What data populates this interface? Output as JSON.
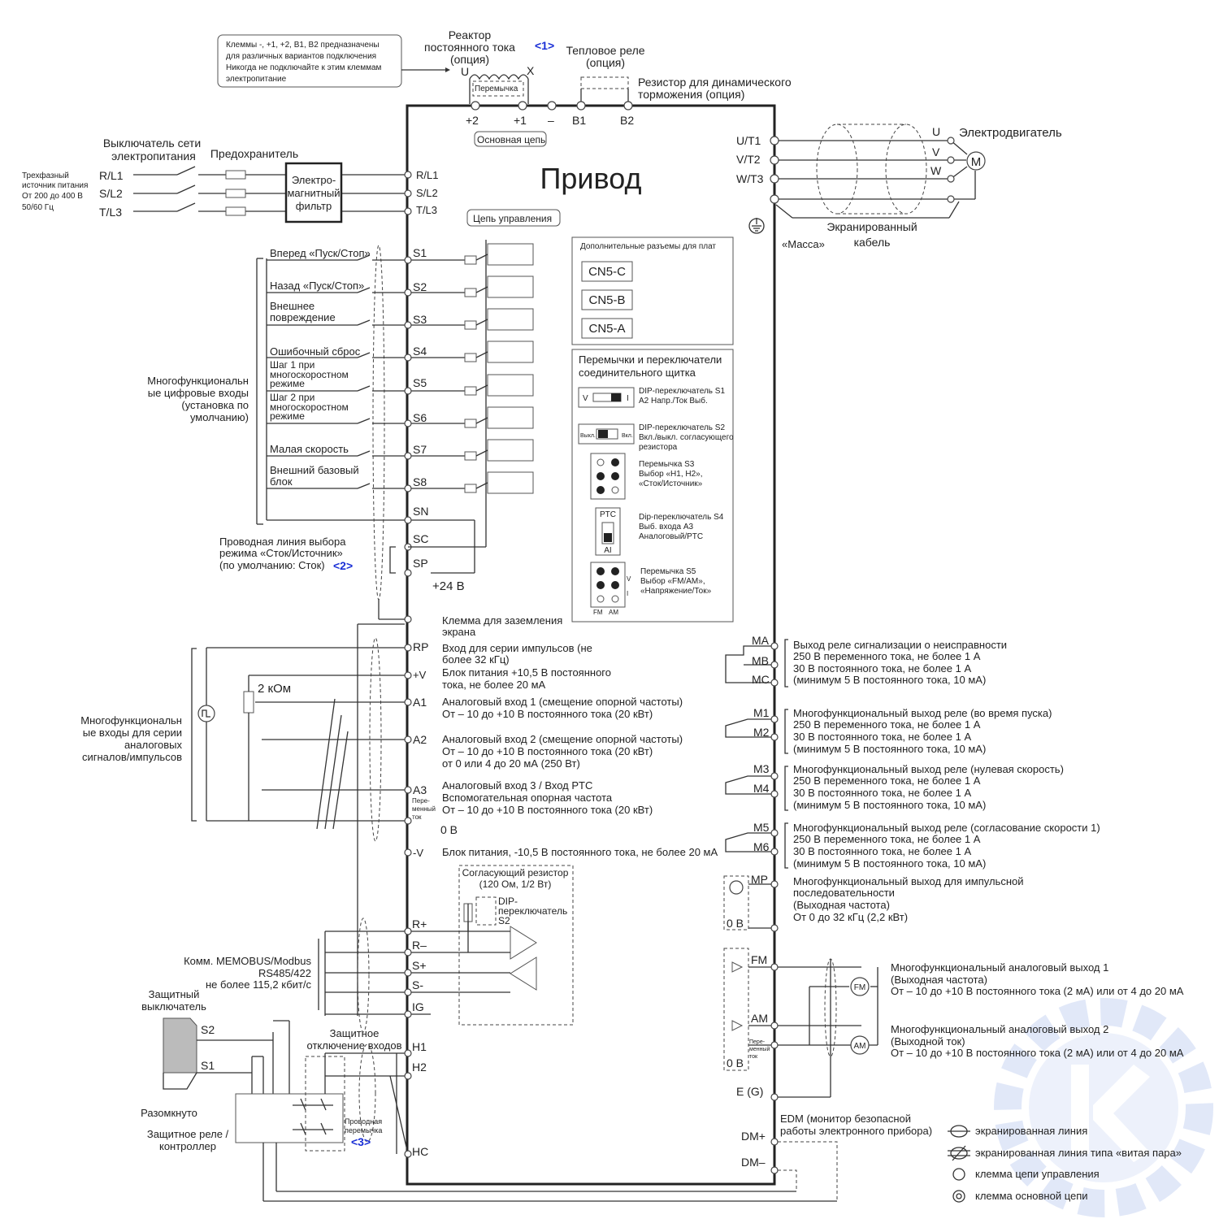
{
  "note": [
    "Клеммы -, +1, +2, B1, B2 предназначены",
    "для различных вариантов подключения",
    "Никогда не подключайте к этим клеммам",
    "электропитание"
  ],
  "top": {
    "reactor": [
      "Реактор",
      "постоянного тока",
      "(опция)"
    ],
    "ref1": "<1>",
    "thermal": [
      "Тепловое реле",
      "(опция)"
    ],
    "resistor": [
      "Резистор для динамического",
      "торможения (опция)"
    ],
    "jumper": "Перемычка",
    "u": "U",
    "x": "X",
    "terminals": [
      "+2",
      "+1",
      "–",
      "B1",
      "B2"
    ],
    "main_circuit": "Основная цепь"
  },
  "drive_title": "Привод",
  "control_circuit": "Цепь управления",
  "power": {
    "breaker": [
      "Выключатель сети",
      "электропитания"
    ],
    "fuse": "Предохранитель",
    "source": [
      "Трехфазный",
      "источник питания",
      "От 200 до 400 В",
      "50/60 Гц"
    ],
    "phases": [
      "R/L1",
      "S/L2",
      "T/L3"
    ],
    "filter": [
      "Электро-",
      "магнитный",
      "фильтр"
    ],
    "inputs": [
      "R/L1",
      "S/L2",
      "T/L3"
    ]
  },
  "motor": {
    "outputs": [
      "U/T1",
      "V/T2",
      "W/T3"
    ],
    "phases": [
      "U",
      "V",
      "W"
    ],
    "label": "Электродвигатель",
    "m": "M",
    "ground": "«Масса»",
    "cable": [
      "Экранированный",
      "кабель"
    ]
  },
  "digital": {
    "group": [
      "Многофункциональн",
      "ые цифровые входы",
      "(установка по",
      "умолчанию)"
    ],
    "terminals": [
      "S1",
      "S2",
      "S3",
      "S4",
      "S5",
      "S6",
      "S7",
      "S8",
      "SN",
      "SC",
      "SP"
    ],
    "labels": [
      [
        "Вперед «Пуск/Стоп»"
      ],
      [
        "Назад «Пуск/Стоп»"
      ],
      [
        "Внешнее",
        "повреждение"
      ],
      [
        "Ошибочный сброс"
      ],
      [
        "Шаг 1 при",
        "многоскоростном",
        "режиме"
      ],
      [
        "Шаг 2 при",
        "многоскоростном",
        "режиме"
      ],
      [
        "Малая скорость"
      ],
      [
        "Внешний базовый",
        "блок"
      ]
    ],
    "sink": [
      "Проводная линия выбора",
      "режима «Сток/Источник»",
      "(по умолчанию: Сток)"
    ],
    "ref2": "<2>",
    "v24": "+24 В"
  },
  "connectors": {
    "title": "Дополнительные разъемы для плат",
    "items": [
      "CN5-C",
      "CN5-B",
      "CN5-A"
    ]
  },
  "switches": {
    "title": [
      "Перемычки и переключатели",
      "соединительного щитка"
    ],
    "s1": [
      "DIP-переключатель S1",
      "A2 Напр./Ток Выб."
    ],
    "s2": [
      "DIP-переключатель S2",
      "Вкл./выкл. согласующего",
      "резистора"
    ],
    "s3": [
      "Перемычка S3",
      "Выбор «H1, H2»,",
      "«Сток/Источник»"
    ],
    "s4": [
      "Dip-переключатель S4",
      "Выб. входа A3",
      "Аналоговый/PTC"
    ],
    "s5": [
      "Перемычка S5",
      "Выбор «FM/AM»,",
      "«Напряжение/Ток»"
    ],
    "s1_v": "V",
    "s1_i": "I",
    "s2_off": "Выкл.",
    "s2_on": "Вкл.",
    "ptc": "PTC",
    "ai": "AI",
    "fm": "FM",
    "am": "AM",
    "v": "V",
    "i": "I"
  },
  "analog": {
    "shield_ground": [
      "Клемма для заземления",
      "экрана"
    ],
    "group": [
      "Многофункциональн",
      "ые входы для серии",
      "аналоговых",
      "сигналов/импульсов"
    ],
    "pot": "2 кОм",
    "terminals": [
      "RP",
      "+V",
      "A1",
      "A2",
      "A3",
      "0 В",
      "-V"
    ],
    "rp": [
      "Вход для серии импульсов (не",
      "более 32 кГц)"
    ],
    "pv": [
      "Блок питания +10,5 В постоянного",
      "тока, не более 20 мА"
    ],
    "a1": [
      "Аналоговый вход 1 (смещение опорной частоты)",
      "От – 10 до +10 В постоянного тока (20 кВт)"
    ],
    "a2": [
      "Аналоговый вход 2 (смещение опорной частоты)",
      "От – 10 до +10 В постоянного тока (20 кВт)",
      "от 0 или 4 до 20 мА (250 Вт)"
    ],
    "a3": [
      "Аналоговый вход 3 / Вход PTC",
      "Вспомогательная опорная частота",
      "От – 10 до +10 В постоянного тока (20 кВт)"
    ],
    "a3_small": [
      "Пере-",
      "менный",
      "ток"
    ],
    "mv": "Блок питания, -10,5 В постоянного тока, не более 20 мА"
  },
  "comm": {
    "label": [
      "Комм. MEMOBUS/Modbus",
      "RS485/422",
      "не более 115,2 кбит/с"
    ],
    "terminals": [
      "R+",
      "R–",
      "S+",
      "S-",
      "IG"
    ],
    "resistor": [
      "Согласующий резистор",
      "(120 Ом, 1/2 Вт)"
    ],
    "dip": [
      "DIP-",
      "переключатель",
      "S2"
    ]
  },
  "safety": {
    "switch": [
      "Защитный",
      "выключатель"
    ],
    "s2": "S2",
    "s1": "S1",
    "open": "Разомкнуто",
    "relay": [
      "Защитное реле /",
      "контроллер"
    ],
    "inputs": [
      "Защитное",
      "отключение входов"
    ],
    "terminals": [
      "H1",
      "H2",
      "HC"
    ],
    "jumper": [
      "Проводная",
      "перемычка"
    ],
    "ref3": "<3>"
  },
  "relays": {
    "fault_terms": [
      "MA",
      "MB",
      "MC"
    ],
    "fault": [
      "Выход реле сигнализации о неисправности",
      "250 В переменного тока, не более 1 A",
      "30 В постоянного тока, не более 1 A",
      "(минимум 5 В постоянного тока, 10 мА)"
    ],
    "m12_terms": [
      "M1",
      "M2"
    ],
    "m12": [
      "Многофункциональный выход реле (во время пуска)",
      "250 В переменного тока, не более 1 A",
      "30 В постоянного тока, не более 1 A",
      "(минимум 5 В постоянного тока, 10 мА)"
    ],
    "m34_terms": [
      "M3",
      "M4"
    ],
    "m34": [
      "Многофункциональный выход реле (нулевая скорость)",
      "250 В переменного тока, не более 1 A",
      "30 В постоянного тока, не более 1 A",
      "(минимум 5 В постоянного тока, 10 мА)"
    ],
    "m56_terms": [
      "M5",
      "M6"
    ],
    "m56": [
      "Многофункциональный выход реле (согласование скорости 1)",
      "250 В переменного тока, не более 1 A",
      "30 В постоянного тока, не более 1 A",
      "(минимум 5 В постоянного тока, 10 мА)"
    ],
    "mp_terms": [
      "MP",
      "0 В"
    ],
    "mp": [
      "Многофункциональный выход для импульсной",
      "последовательности",
      "(Выходная частота)",
      "От 0 до 32 кГц (2,2 кВт)"
    ]
  },
  "aout": {
    "terms": [
      "FM",
      "AM",
      "0 В",
      "E (G)"
    ],
    "fm_sym": "FM",
    "am_sym": "AM",
    "small": [
      "Пере-",
      "менный",
      "ток"
    ],
    "fm": [
      "Многофункциональный аналоговый выход 1",
      "(Выходная частота)",
      "От – 10 до +10 В постоянного тока (2 мА) или от 4 до 20 мА"
    ],
    "am": [
      "Многофункциональный аналоговый выход 2",
      "(Выходной ток)",
      "От – 10 до +10 В постоянного тока (2 мА) или от 4 до 20 мА"
    ]
  },
  "edm": {
    "label": [
      "EDM (монитор безопасной",
      "работы электронного прибора)"
    ],
    "terms": [
      "DM+",
      "DM–"
    ]
  },
  "legend": [
    "экранированная линия",
    "экранированная линия типа «витая пара»",
    "клемма цепи управления",
    "клемма основной цепи"
  ],
  "colors": {
    "reference": "#1a2fd6",
    "watermark": "#c9d6f4"
  }
}
